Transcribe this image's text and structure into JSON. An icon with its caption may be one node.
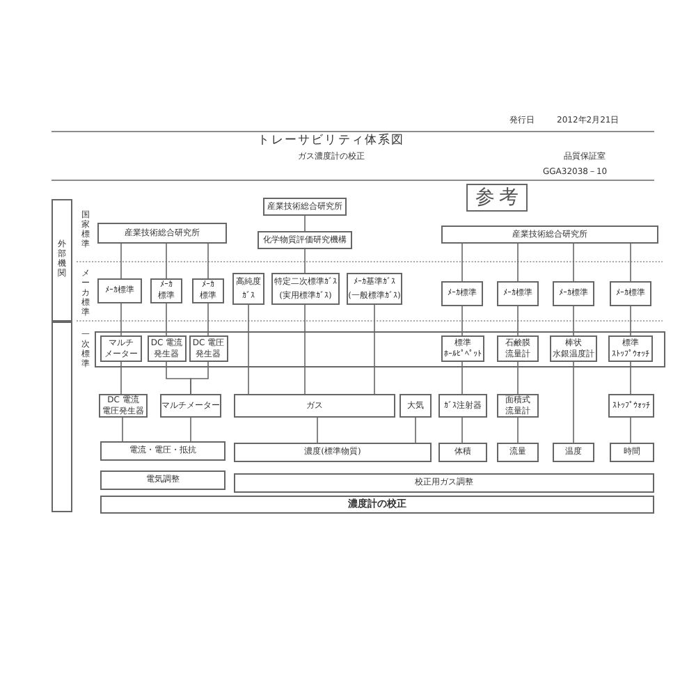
{
  "diagram": {
    "title": "トレーサビリティ体系図",
    "nodes": [
      {
        "text": [
          "外部機関"
        ]
      },
      {
        "text": [],
        "shape": "box"
      },
      {
        "text": [
          "参考"
        ]
      },
      {
        "text": [
          "産業技術総合研究所"
        ]
      },
      {
        "text": [
          "産業技術総合研究所"
        ]
      },
      {
        "text": [
          "化学物質評価研究機構"
        ]
      },
      {
        "text": [
          "産業技術総合研究所"
        ]
      },
      {
        "text": [
          "ﾒｰｶ標準"
        ]
      },
      {
        "text": [
          "ﾒｰｶ標準"
        ]
      },
      {
        "text": [
          "ﾒｰｶ標準"
        ]
      },
      {
        "text": [
          "高純度ｶﾞｽ"
        ]
      },
      {
        "text": [
          "特定二次標準ｶﾞｽ",
          "(実用標準ｶﾞｽ)"
        ]
      },
      {
        "text": [
          "ﾒｰｶ基準ｶﾞｽ",
          "(一般標準ｶﾞｽ)"
        ]
      },
      {
        "text": [
          "ﾒｰｶ標準"
        ]
      },
      {
        "text": [
          "ﾒｰｶ標準"
        ]
      },
      {
        "text": [
          "ﾒｰｶ標準"
        ]
      },
      {
        "text": [
          "ﾒｰｶ標準"
        ]
      },
      {
        "text": [],
        "shape": "box"
      },
      {
        "text": [
          "マルチメーター"
        ],
        "in": 17
      },
      {
        "text": [
          "DC 電流発生器"
        ],
        "in": 17
      },
      {
        "text": [
          "DC 電圧発生器"
        ],
        "in": 17
      },
      {
        "text": [
          "標準ﾎｰﾙﾋﾟﾍﾟｯﾄ"
        ],
        "in": 17
      },
      {
        "text": [
          "石鹸膜流量計"
        ],
        "in": 17
      },
      {
        "text": [
          "棒状水銀温度計"
        ],
        "in": 17
      },
      {
        "text": [
          "標準ｽﾄｯﾌﾟｳｫｯﾁ"
        ],
        "in": 17
      },
      {
        "text": [
          "DC 電流電圧発生器"
        ]
      },
      {
        "text": [
          "マルチメーター"
        ]
      },
      {
        "text": [
          "ガス"
        ]
      },
      {
        "text": [
          "大気"
        ]
      },
      {
        "text": [
          "ｶﾞｽ注射器"
        ]
      },
      {
        "text": [
          "面積式流量計"
        ]
      },
      {
        "text": [
          "ｽﾄｯﾌﾟｳｫｯﾁ"
        ]
      },
      {
        "text": [
          "電流・電圧・抵抗"
        ]
      },
      {
        "text": [
          "濃度(標準物質)"
        ]
      },
      {
        "text": [
          "体積"
        ]
      },
      {
        "text": [
          "流量"
        ]
      },
      {
        "text": [
          "温度"
        ]
      },
      {
        "text": [
          "時間"
        ]
      },
      {
        "text": [
          "電気調整"
        ]
      },
      {
        "text": [
          "校正用ガス調整"
        ]
      },
      {
        "text": [
          "濃度計の校正"
        ]
      }
    ],
    "edges": [
      {
        "from": 3,
        "to": 7,
        "arrow": "none"
      },
      {
        "from": 3,
        "to": 8,
        "arrow": "none"
      },
      {
        "from": 3,
        "to": 9,
        "arrow": "none"
      },
      {
        "from": 7,
        "to": 18,
        "arrow": "none"
      },
      {
        "from": 8,
        "to": 19,
        "arrow": "none"
      },
      {
        "from": 9,
        "to": 20,
        "arrow": "none"
      },
      {
        "from": 4,
        "to": 5,
        "arrow": "none"
      },
      {
        "from": 5,
        "to": 11,
        "arrow": "none"
      },
      {
        "from": 6,
        "to": 13,
        "arrow": "none"
      },
      {
        "from": 6,
        "to": 14,
        "arrow": "none"
      },
      {
        "from": 6,
        "to": 15,
        "arrow": "none"
      },
      {
        "from": 6,
        "to": 16,
        "arrow": "none"
      },
      {
        "from": 13,
        "to": 21,
        "arrow": "none"
      },
      {
        "from": 14,
        "to": 22,
        "arrow": "none"
      },
      {
        "from": 15,
        "to": 23,
        "arrow": "none"
      },
      {
        "from": 16,
        "to": 24,
        "arrow": "none"
      },
      {
        "from": 18,
        "to": 25,
        "arrow": "none"
      },
      {
        "from": 19,
        "to": 26,
        "arrow": "none"
      },
      {
        "from": 20,
        "to": 26,
        "arrow": "none"
      },
      {
        "from": 10,
        "to": 27,
        "arrow": "none"
      },
      {
        "from": 11,
        "to": 27,
        "arrow": "none"
      },
      {
        "from": 12,
        "to": 27,
        "arrow": "none"
      },
      {
        "from": 21,
        "to": 29,
        "arrow": "none"
      },
      {
        "from": 22,
        "to": 30,
        "arrow": "none"
      },
      {
        "from": 25,
        "to": 32,
        "arrow": "none"
      },
      {
        "from": 26,
        "to": 32,
        "arrow": "none"
      },
      {
        "from": 27,
        "to": 33,
        "arrow": "none"
      },
      {
        "from": 28,
        "to": 33,
        "arrow": "none"
      },
      {
        "from": 29,
        "to": 34,
        "arrow": "none"
      },
      {
        "from": 30,
        "to": 35,
        "arrow": "none"
      },
      {
        "from": 23,
        "to": 36,
        "arrow": "none"
      },
      {
        "from": 24,
        "to": 31,
        "arrow": "none"
      },
      {
        "from": 31,
        "to": 37,
        "arrow": "none"
      }
    ],
    "labels": [
      "発行日",
      "2012年2月21日",
      "ガス濃度計の校正",
      "品質保証室",
      "GGA32038－10",
      "国家標準",
      "メーカ標準",
      "一次標準"
    ]
  }
}
